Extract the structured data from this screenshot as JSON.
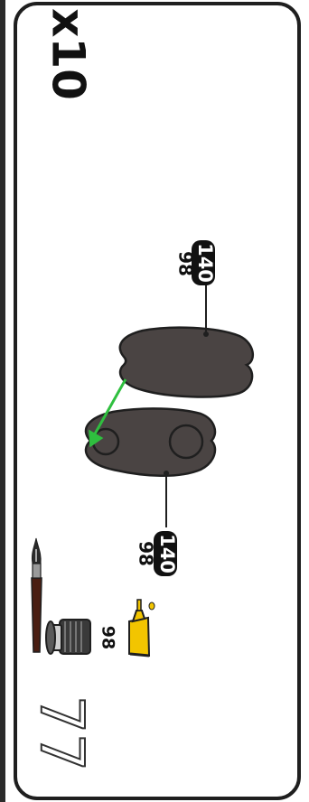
{
  "step": {
    "number": "77",
    "quantity": "x10"
  },
  "paint": {
    "code": "98"
  },
  "callouts": [
    {
      "color_code": "98",
      "part_code": "140"
    },
    {
      "color_code": "98",
      "part_code": "140"
    }
  ],
  "colors": {
    "outline": "#1f1f1f",
    "part_fill": "#4a4443",
    "arrow": "#2fbf3f",
    "glue": "#f2c500",
    "brush_handle": "#4a1e12",
    "jar": "#3a3a3a"
  },
  "icons": [
    "paintbrush-icon",
    "paint-jar-icon",
    "glue-tube-icon",
    "assembly-arrow-icon"
  ]
}
